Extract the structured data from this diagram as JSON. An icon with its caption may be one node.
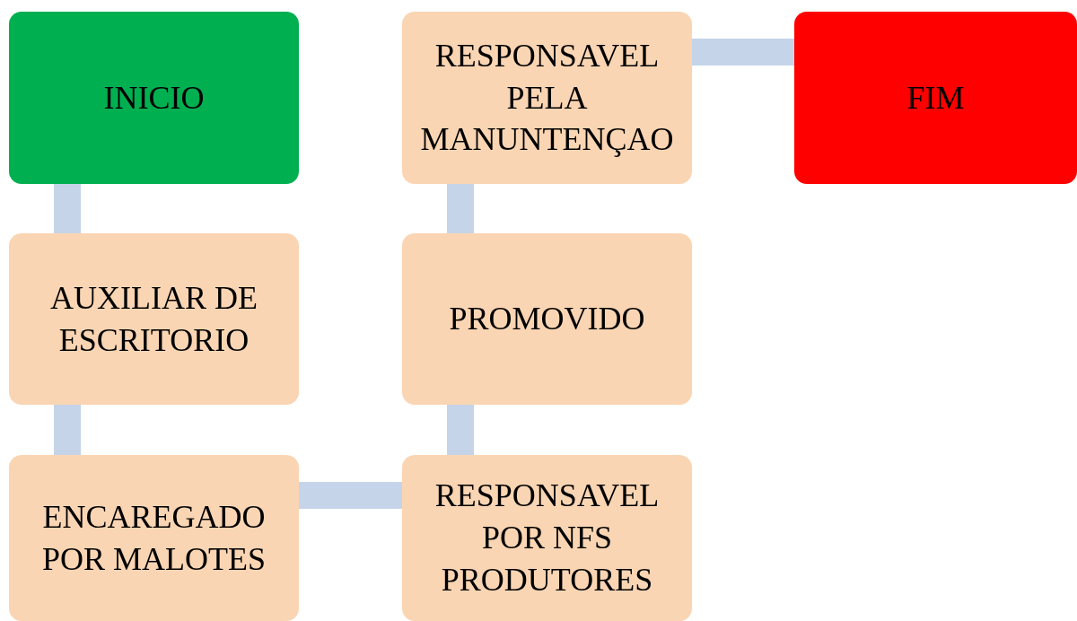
{
  "diagram": {
    "nodes": [
      {
        "text": [
          "INICIO"
        ]
      },
      {
        "text": [
          "AUXILIAR DE ESCRITORIO"
        ]
      },
      {
        "text": [
          "ENCAREGADO POR MALOTES"
        ]
      },
      {
        "text": [
          "RESPONSAVEL POR NFS PRODUTORES"
        ]
      },
      {
        "text": [
          "PROMOVIDO"
        ]
      },
      {
        "text": [
          "RESPONSAVEL PELA MANUNTENÇAO"
        ]
      },
      {
        "text": [
          "FIM"
        ]
      }
    ],
    "edges": [
      {
        "from": 0,
        "to": 1,
        "arrow": "none"
      },
      {
        "from": 1,
        "to": 2,
        "arrow": "none"
      },
      {
        "from": 2,
        "to": 3,
        "arrow": "none"
      },
      {
        "from": 3,
        "to": 4,
        "arrow": "none"
      },
      {
        "from": 4,
        "to": 5,
        "arrow": "none"
      },
      {
        "from": 5,
        "to": 6,
        "arrow": "none"
      }
    ]
  }
}
